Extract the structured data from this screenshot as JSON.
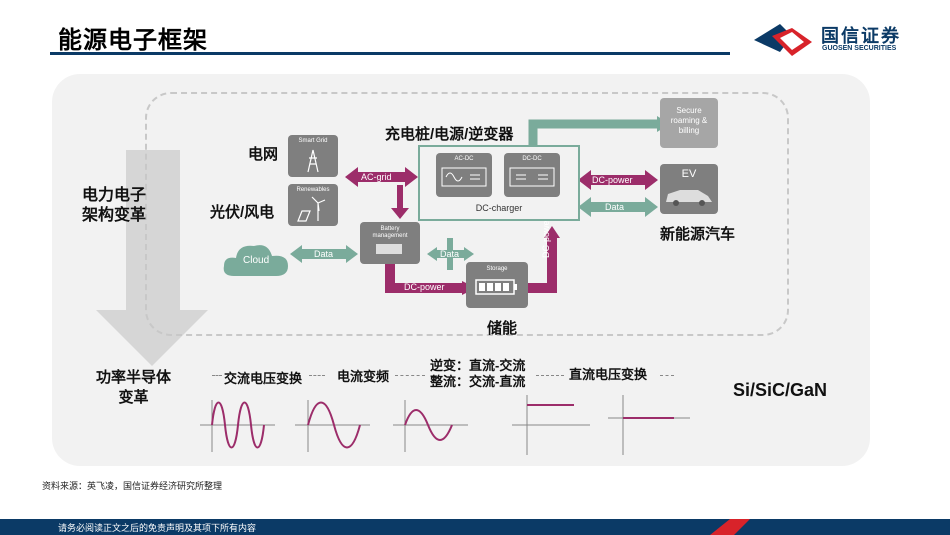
{
  "header": {
    "title": "能源电子框架",
    "logo_cn": "国信证券",
    "logo_en": "GUOSEN SECURITIES"
  },
  "diagram": {
    "left_label_top": "电力电子\n架构变革",
    "left_label_bottom": "功率半导体\n变革",
    "grid": "电网",
    "pv_wind": "光伏/风电",
    "smart_grid": "Smart Grid",
    "renewables": "Renewables",
    "cloud": "Cloud",
    "data": "Data",
    "ac_grid": "AC-grid",
    "battery_mgmt": "Battery\nmanagement",
    "storage": "Storage",
    "storage_label": "储能",
    "dc_power": "DC-power",
    "charger_title": "充电桩/电源/逆变器",
    "ac_dc": "AC-DC",
    "dc_dc": "DC-DC",
    "dc_charger": "DC-charger",
    "secure": "Secure\nroaming &\nbilling",
    "ev": "EV",
    "nev": "新能源汽车",
    "conv1": "交流电压变换",
    "conv2": "电流变频",
    "conv3": "逆变：直流-交流\n整流：交流-直流",
    "conv4": "直流电压变换",
    "semis": "Si/SiC/GaN"
  },
  "footer": {
    "source": "资料来源：英飞凌，国信证券经济研究所整理",
    "disclaimer": "请务必阅读正文之后的免责声明及其项下所有内容"
  },
  "colors": {
    "navy": "#0b3a66",
    "magenta": "#9c2d6a",
    "teal": "#7aab9b",
    "logo_red": "#d8232a"
  }
}
